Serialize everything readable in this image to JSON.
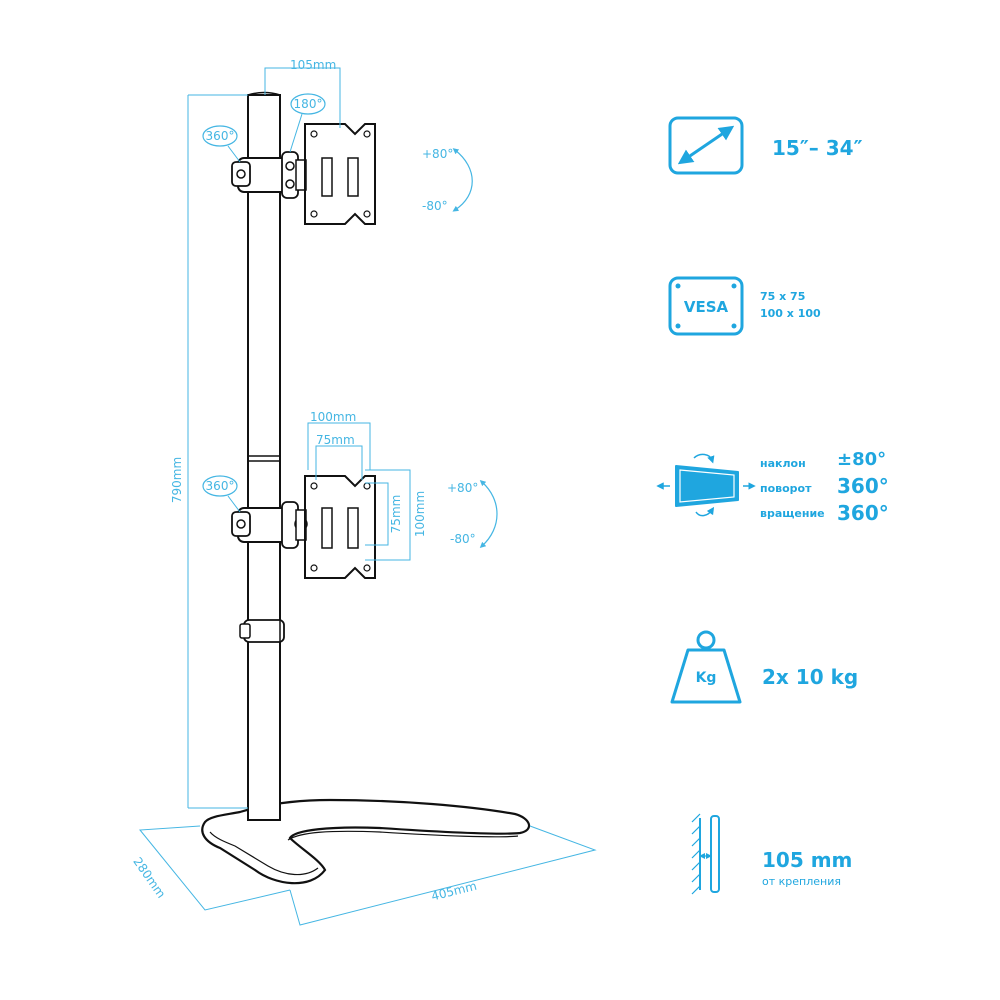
{
  "colors": {
    "accent": "#1fa6df",
    "dimension": "#45b6e3",
    "ink": "#111111",
    "background": "#ffffff"
  },
  "dimensions": {
    "top_offset": "105mm",
    "height": "790mm",
    "base_depth": "280mm",
    "base_width": "405mm",
    "vesa_100": "100mm",
    "vesa_75": "75mm",
    "vesa_75_side": "75mm",
    "vesa_100_side": "100mm"
  },
  "rotation_labels": {
    "top_swivel": "360°",
    "top_rotate": "180°",
    "top_tilt_up": "+80°",
    "top_tilt_down": "-80°",
    "lower_swivel": "360°",
    "lower_tilt_up": "+80°",
    "lower_tilt_down": "-80°"
  },
  "specs": {
    "screen_size": {
      "icon": "diagonal-arrow-icon",
      "value": "15″– 34″"
    },
    "vesa": {
      "icon": "vesa-icon",
      "badge": "VESA",
      "line1": "75 x 75",
      "line2": "100 x 100"
    },
    "motion": {
      "icon": "tilt-rotate-icon",
      "rows": [
        {
          "label": "наклон",
          "value": "±80°"
        },
        {
          "label": "поворот",
          "value": "360°"
        },
        {
          "label": "вращение",
          "value": "360°"
        }
      ]
    },
    "load": {
      "icon": "weight-icon",
      "badge": "Kg",
      "value": "2x 10 kg"
    },
    "distance": {
      "icon": "wall-distance-icon",
      "value": "105 mm",
      "note": "от крепления"
    }
  }
}
